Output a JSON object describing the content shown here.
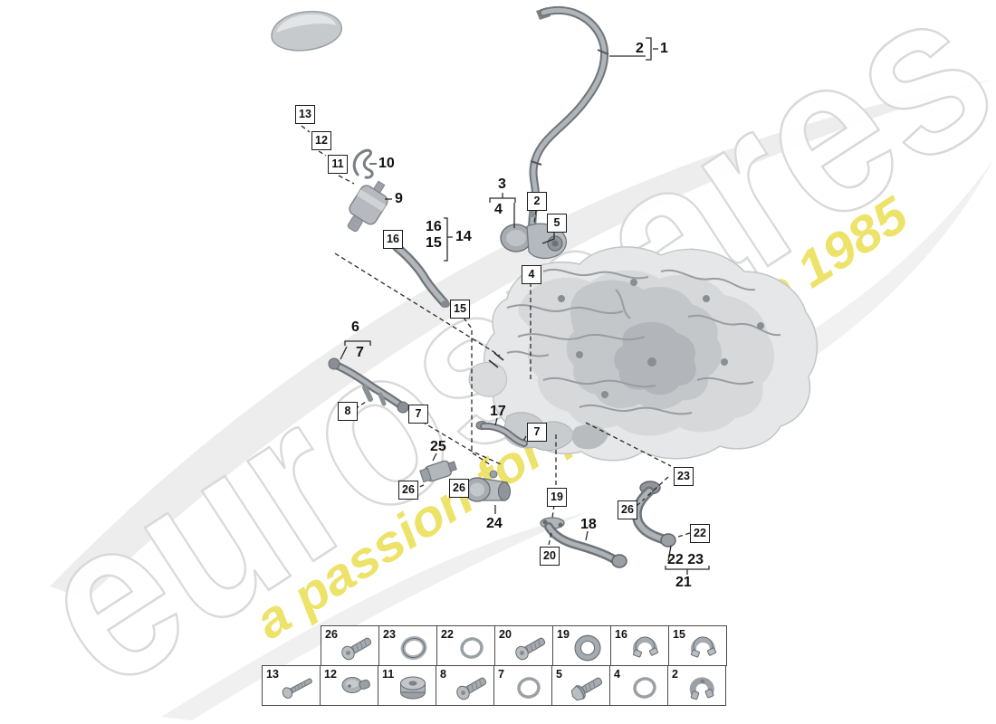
{
  "watermark": {
    "brand": "eurospares",
    "slogan": "a passion for parts since 1985",
    "brand_outline_color": "#d8d8d8",
    "slogan_color": "#ece05e"
  },
  "colors": {
    "background": "#ffffff",
    "line": "#2b2b2b",
    "part_gray": "#a8adb3",
    "part_gray_dark": "#70757a",
    "part_gray_light": "#c7cacd",
    "callout_border": "#1a1a1a",
    "callout_bg": "#ffffff"
  },
  "boxed": [
    {
      "text": "13"
    },
    {
      "text": "12"
    },
    {
      "text": "11"
    },
    {
      "text": "16"
    },
    {
      "text": "2"
    },
    {
      "text": "5"
    },
    {
      "text": "4"
    },
    {
      "text": "15"
    },
    {
      "text": "8"
    },
    {
      "text": "7"
    },
    {
      "text": "7"
    },
    {
      "text": "26"
    },
    {
      "text": "26"
    },
    {
      "text": "19"
    },
    {
      "text": "20"
    },
    {
      "text": "23"
    },
    {
      "text": "26"
    },
    {
      "text": "22"
    }
  ],
  "plain": [
    {
      "text": "2"
    },
    {
      "text": "1"
    },
    {
      "text": "10"
    },
    {
      "text": "9"
    },
    {
      "text": "3"
    },
    {
      "text": "4"
    },
    {
      "text": "16"
    },
    {
      "text": "15"
    },
    {
      "text": "14"
    },
    {
      "text": "6"
    },
    {
      "text": "7"
    },
    {
      "text": "17"
    },
    {
      "text": "25"
    },
    {
      "text": "24"
    },
    {
      "text": "18"
    },
    {
      "text": "22 23"
    },
    {
      "text": "21"
    }
  ],
  "table": {
    "row1": [
      {
        "num": "26",
        "icon": "screw-icon"
      },
      {
        "num": "23",
        "icon": "seal-ring-icon"
      },
      {
        "num": "22",
        "icon": "o-ring-icon"
      },
      {
        "num": "20",
        "icon": "screw-icon"
      },
      {
        "num": "19",
        "icon": "clamp-band-icon"
      },
      {
        "num": "16",
        "icon": "hose-clamp-icon"
      },
      {
        "num": "15",
        "icon": "hose-clamp-icon"
      }
    ],
    "row2": [
      {
        "num": "13",
        "icon": "tapping-screw-icon"
      },
      {
        "num": "12",
        "icon": "plug-icon"
      },
      {
        "num": "11",
        "icon": "grommet-icon"
      },
      {
        "num": "8",
        "icon": "screw-icon"
      },
      {
        "num": "7",
        "icon": "o-ring-icon"
      },
      {
        "num": "5",
        "icon": "flange-bolt-icon"
      },
      {
        "num": "4",
        "icon": "o-ring-icon"
      },
      {
        "num": "2",
        "icon": "spring-clamp-icon"
      }
    ]
  }
}
